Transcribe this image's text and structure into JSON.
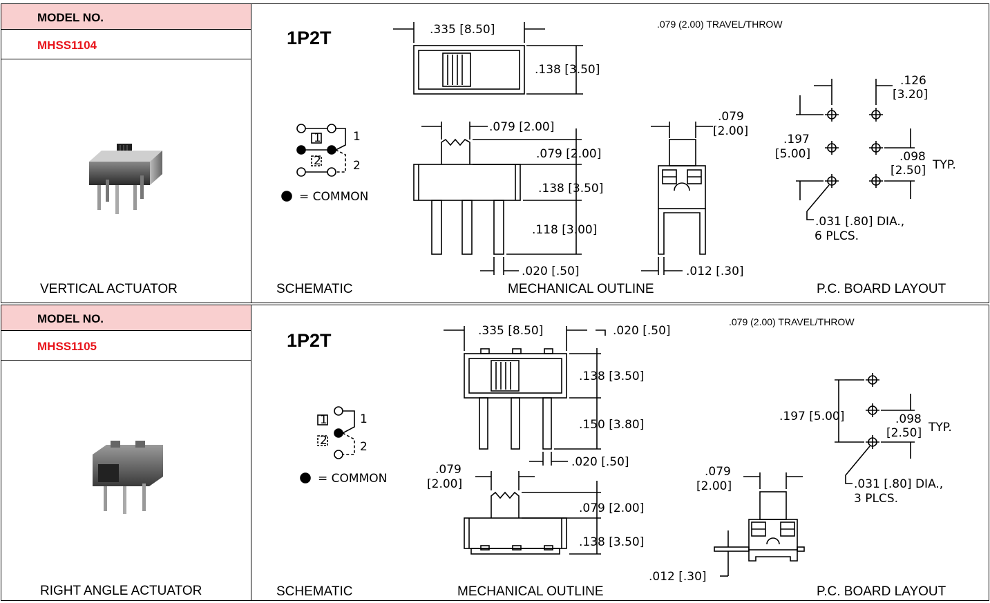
{
  "rows": [
    {
      "model_header": "MODEL NO.",
      "model_number": "MHSS1104",
      "actuator": "VERTICAL ACTUATOR",
      "type": "1P2T",
      "travel": ".079 (2.00) TRAVEL/THROW",
      "captions": {
        "schematic": "SCHEMATIC",
        "mechanical": "MECHANICAL OUTLINE",
        "pcb": "P.C. BOARD LAYOUT"
      },
      "schematic": {
        "pos1": "1",
        "pos2": "2",
        "label1": "1",
        "label2": "2",
        "common": "= COMMON"
      },
      "dims": {
        "top_width": ".335 [8.50]",
        "top_height": ".138 [3.50]",
        "act_width": ".079 [2.00]",
        "act_height": ".079 [2.00]",
        "body_height": ".138 [3.50]",
        "pin_length": ".118 [3.00]",
        "pin_width": ".020 [.50]",
        "side_width_1": ".079",
        "side_width_2": "[2.00]",
        "pin_thick": ".012 [.30]"
      },
      "pcb": {
        "pitch_x_1": ".126",
        "pitch_x_2": "[3.20]",
        "pitch_y_1": ".197",
        "pitch_y_2": "[5.00]",
        "spacing_1": ".098",
        "spacing_2": "[2.50]",
        "typ": "TYP.",
        "hole_1": ".031 [.80] DIA.,",
        "hole_2": "6 PLCS."
      }
    },
    {
      "model_header": "MODEL NO.",
      "model_number": "MHSS1105",
      "actuator": "RIGHT ANGLE ACTUATOR",
      "type": "1P2T",
      "travel": ".079 (2.00) TRAVEL/THROW",
      "captions": {
        "schematic": "SCHEMATIC",
        "mechanical": "MECHANICAL OUTLINE",
        "pcb": "P.C. BOARD LAYOUT"
      },
      "schematic": {
        "pos1": "1",
        "pos2": "2",
        "label1": "1",
        "label2": "2",
        "common": "= COMMON"
      },
      "dims": {
        "top_width": ".335 [8.50]",
        "tab_width": ".020 [.50]",
        "top_height": ".138 [3.50]",
        "pin_length": ".150 [3.80]",
        "pin_width": ".020 [.50]",
        "act_width_1": ".079",
        "act_width_2": "[2.00]",
        "act_height": ".079 [2.00]",
        "body_height": ".138 [3.50]",
        "side_width_1": ".079",
        "side_width_2": "[2.00]",
        "pin_thick": ".012 [.30]"
      },
      "pcb": {
        "pitch_y": ".197 [5.00]",
        "spacing_1": ".098",
        "spacing_2": "[2.50]",
        "typ": "TYP.",
        "hole_1": ".031 [.80] DIA.,",
        "hole_2": "3 PLCS."
      }
    }
  ]
}
